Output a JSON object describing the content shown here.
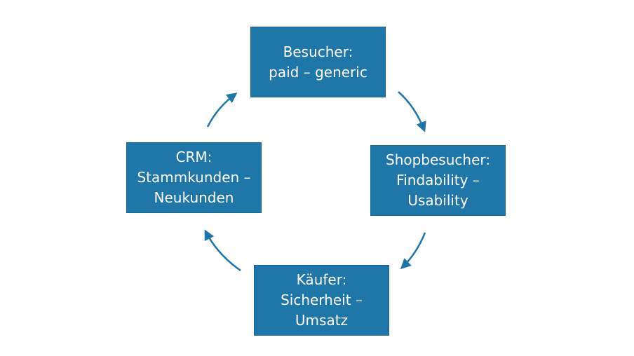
{
  "diagram": {
    "colors": {
      "box_fill": "#1f76a8",
      "box_text": "#ffffff",
      "arrow": "#1f76a8"
    },
    "nodes": [
      {
        "id": "besucher",
        "lines": [
          "Besucher:",
          "paid – generic"
        ]
      },
      {
        "id": "shopbesucher",
        "lines": [
          "Shopbesucher:",
          "Findability –",
          "Usability"
        ]
      },
      {
        "id": "kaeufer",
        "lines": [
          "Käufer:",
          "Sicherheit –",
          "Umsatz"
        ]
      },
      {
        "id": "crm",
        "lines": [
          "CRM:",
          "Stammkunden –",
          "Neukunden"
        ]
      }
    ],
    "arrows": [
      {
        "from": "besucher",
        "to": "shopbesucher"
      },
      {
        "from": "shopbesucher",
        "to": "kaeufer"
      },
      {
        "from": "kaeufer",
        "to": "crm"
      },
      {
        "from": "crm",
        "to": "besucher"
      }
    ]
  }
}
